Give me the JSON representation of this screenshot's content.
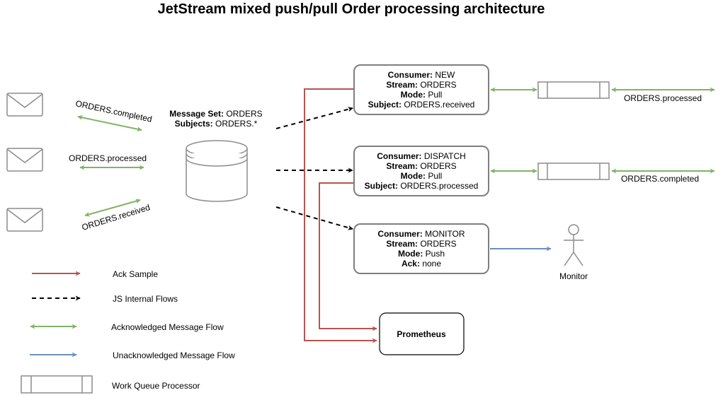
{
  "title": "JetStream mixed push/pull Order processing architecture",
  "message_set": {
    "set_key": "Message Set:",
    "set_value": "ORDERS",
    "subjects_key": "Subjects:",
    "subjects_value": "ORDERS.*"
  },
  "publish_flows": {
    "completed": "ORDERS.completed",
    "processed": "ORDERS.processed",
    "received": "ORDERS.received"
  },
  "consumers": [
    {
      "consumer_key": "Consumer:",
      "consumer_value": "NEW",
      "stream_key": "Stream:",
      "stream_value": "ORDERS",
      "mode_key": "Mode:",
      "mode_value": "Pull",
      "extra_key": "Subject:",
      "extra_value": "ORDERS.received"
    },
    {
      "consumer_key": "Consumer:",
      "consumer_value": "DISPATCH",
      "stream_key": "Stream:",
      "stream_value": "ORDERS",
      "mode_key": "Mode:",
      "mode_value": "Pull",
      "extra_key": "Subject:",
      "extra_value": "ORDERS.processed"
    },
    {
      "consumer_key": "Consumer:",
      "consumer_value": "MONITOR",
      "stream_key": "Stream:",
      "stream_value": "ORDERS",
      "mode_key": "Mode:",
      "mode_value": "Push",
      "extra_key": "Ack:",
      "extra_value": "none"
    }
  ],
  "queue_outputs": {
    "first": "ORDERS.processed",
    "second": "ORDERS.completed"
  },
  "monitor_label": "Monitor",
  "prometheus_label": "Prometheus",
  "legend": {
    "ack_sample": "Ack Sample",
    "js_internal": "JS Internal Flows",
    "acknowledged": "Acknowledged Message Flow",
    "unacknowledged": "Unacknowledged Message Flow",
    "work_queue": "Work Queue Processor"
  },
  "colors": {
    "ack_sample": "#b85450",
    "acknowledged": "#82b366",
    "unacknowledged": "#6c8ebf",
    "js_internal": "#000000"
  }
}
